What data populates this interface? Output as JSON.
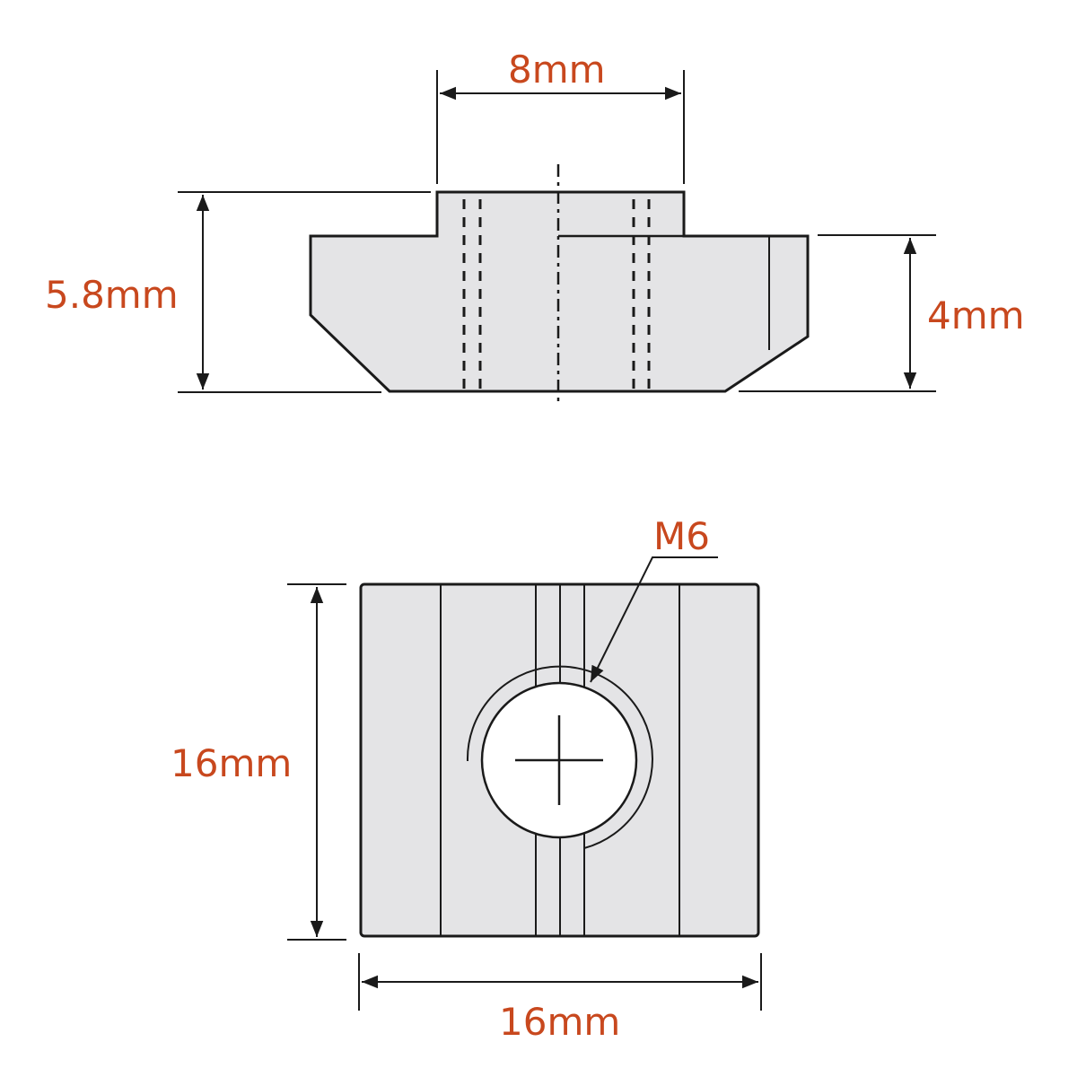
{
  "diagram": {
    "title": "T-slot nut dimensional drawing",
    "colors": {
      "label": "#c8481e",
      "fill": "#e4e4e6",
      "stroke": "#1a1a1a"
    },
    "side_view": {
      "dimensions": {
        "top_width": "8mm",
        "total_height": "5.8mm",
        "body_height": "4mm"
      }
    },
    "top_view": {
      "dimensions": {
        "height": "16mm",
        "width": "16mm",
        "thread": "M6"
      }
    }
  }
}
